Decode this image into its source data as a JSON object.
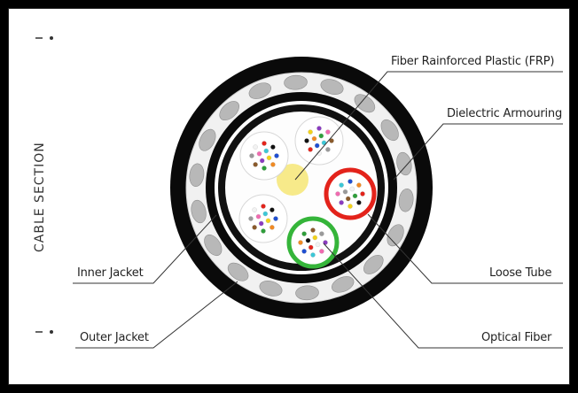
{
  "vertical_title": "CABLE SECTION",
  "labels": {
    "frp": "Fiber Rainforced Plastic (FRP)",
    "dielectric_armouring": "Dielectric Armouring",
    "inner_jacket": "Inner Jacket",
    "outer_jacket": "Outer Jacket",
    "loose_tube": "Loose Tube",
    "optical_fiber": "Optical Fiber"
  },
  "colors": {
    "outer_jacket": "#0a0a0a",
    "armour_band": "#f1f1f1",
    "armour_rods": "#b8b8b8",
    "frp_core": "#f7ea8a",
    "highlight_loose_tube": "#e3231b",
    "highlight_optical_fiber": "#35b53a",
    "leader_lines": "#333333"
  },
  "fiber_colors": [
    "#1f4fd1",
    "#f08a24",
    "#2e9e3a",
    "#8a5a2b",
    "#9a9a9a",
    "#f2f2f2",
    "#e3231b",
    "#111111",
    "#f2d21b",
    "#8a3bc0",
    "#f06bb0",
    "#3cc7d6"
  ]
}
